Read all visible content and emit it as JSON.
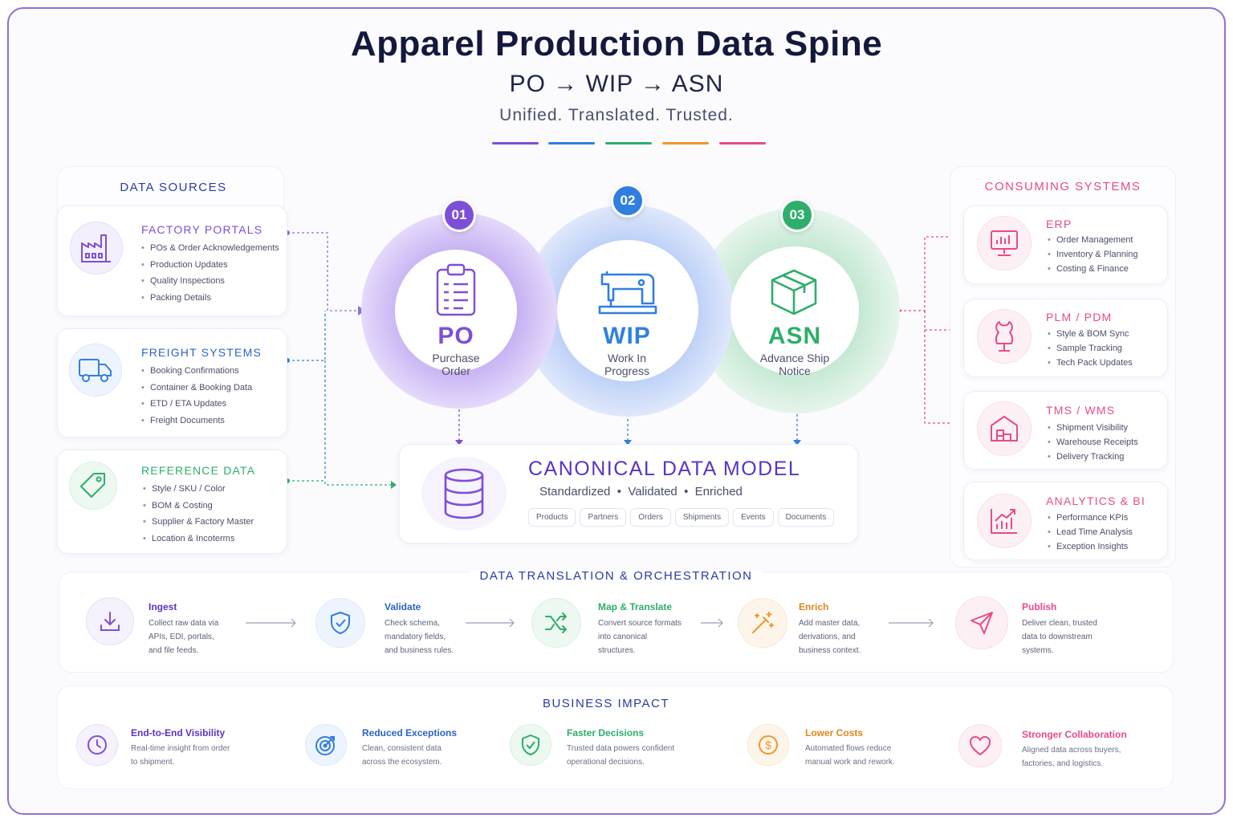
{
  "header": {
    "title": "Apparel Production Data Spine",
    "subtitle": "PO → WIP → ASN",
    "tagline": "Unified. Translated. Trusted."
  },
  "colors": {
    "purple": "#7d4fd8",
    "blue": "#2f7fe0",
    "green": "#2eae6a",
    "orange": "#f0972a",
    "pink": "#e84a8a",
    "navy": "#14183d"
  },
  "data_sources": {
    "heading": "DATA SOURCES",
    "items": [
      {
        "title": "FACTORY PORTALS",
        "icon": "factory-icon",
        "bullets": [
          "POs & Order Acknowledgements",
          "Production Updates",
          "Quality Inspections",
          "Packing Details"
        ]
      },
      {
        "title": "FREIGHT SYSTEMS",
        "icon": "truck-icon",
        "bullets": [
          "Booking Confirmations",
          "Container & Booking Data",
          "ETD / ETA Updates",
          "Freight Documents"
        ]
      },
      {
        "title": "REFERENCE DATA",
        "icon": "tag-icon",
        "bullets": [
          "Style / SKU / Color",
          "BOM & Costing",
          "Supplier & Factory Master",
          "Location & Incoterms"
        ]
      }
    ]
  },
  "stages": [
    {
      "number": "01",
      "code": "PO",
      "name": "Purchase Order",
      "icon": "clipboard-icon"
    },
    {
      "number": "02",
      "code": "WIP",
      "name": "Work In Progress",
      "icon": "sewing-machine-icon"
    },
    {
      "number": "03",
      "code": "ASN",
      "name": "Advance Ship Notice",
      "icon": "box-icon"
    }
  ],
  "canonical": {
    "title": "CANONICAL DATA MODEL",
    "subtitle": "Standardized  •  Validated  •  Enriched",
    "chips": [
      "Products",
      "Partners",
      "Orders",
      "Shipments",
      "Events",
      "Documents"
    ],
    "icon": "database-icon"
  },
  "consuming": {
    "heading": "CONSUMING SYSTEMS",
    "items": [
      {
        "title": "ERP",
        "icon": "monitor-chart-icon",
        "bullets": [
          "Order Management",
          "Inventory & Planning",
          "Costing & Finance"
        ]
      },
      {
        "title": "PLM / PDM",
        "icon": "dress-form-icon",
        "bullets": [
          "Style & BOM Sync",
          "Sample Tracking",
          "Tech Pack Updates"
        ]
      },
      {
        "title": "TMS / WMS",
        "icon": "warehouse-icon",
        "bullets": [
          "Shipment Visibility",
          "Warehouse Receipts",
          "Delivery Tracking"
        ]
      },
      {
        "title": "ANALYTICS & BI",
        "icon": "growth-chart-icon",
        "bullets": [
          "Performance KPIs",
          "Lead Time Analysis",
          "Exception Insights"
        ]
      }
    ]
  },
  "orchestration": {
    "heading": "DATA TRANSLATION & ORCHESTRATION",
    "steps": [
      {
        "title": "Ingest",
        "icon": "download-icon",
        "lines": [
          "Collect raw data via",
          "APIs, EDI, portals,",
          "and file feeds."
        ]
      },
      {
        "title": "Validate",
        "icon": "shield-check-icon",
        "lines": [
          "Check schema,",
          "mandatory fields,",
          "and business rules."
        ]
      },
      {
        "title": "Map & Translate",
        "icon": "shuffle-icon",
        "lines": [
          "Convert source formats",
          "into canonical",
          "structures."
        ]
      },
      {
        "title": "Enrich",
        "icon": "magic-wand-icon",
        "lines": [
          "Add master data,",
          "derivations, and",
          "business context."
        ]
      },
      {
        "title": "Publish",
        "icon": "send-icon",
        "lines": [
          "Deliver clean, trusted",
          "data to downstream",
          "systems."
        ]
      }
    ]
  },
  "impact": {
    "heading": "BUSINESS IMPACT",
    "items": [
      {
        "title": "End-to-End Visibility",
        "icon": "clock-icon",
        "lines": [
          "Real-time insight from order",
          "to shipment."
        ]
      },
      {
        "title": "Reduced Exceptions",
        "icon": "target-icon",
        "lines": [
          "Clean, consistent data",
          "across the ecosystem."
        ]
      },
      {
        "title": "Faster Decisions",
        "icon": "shield-check-icon",
        "lines": [
          "Trusted data powers confident",
          "operational decisions."
        ]
      },
      {
        "title": "Lower Costs",
        "icon": "dollar-icon",
        "lines": [
          "Automated flows reduce",
          "manual work and rework."
        ]
      },
      {
        "title": "Stronger Collaboration",
        "icon": "heart-icon",
        "lines": [
          "Aligned data across buyers,",
          "factories, and logistics."
        ]
      }
    ]
  }
}
